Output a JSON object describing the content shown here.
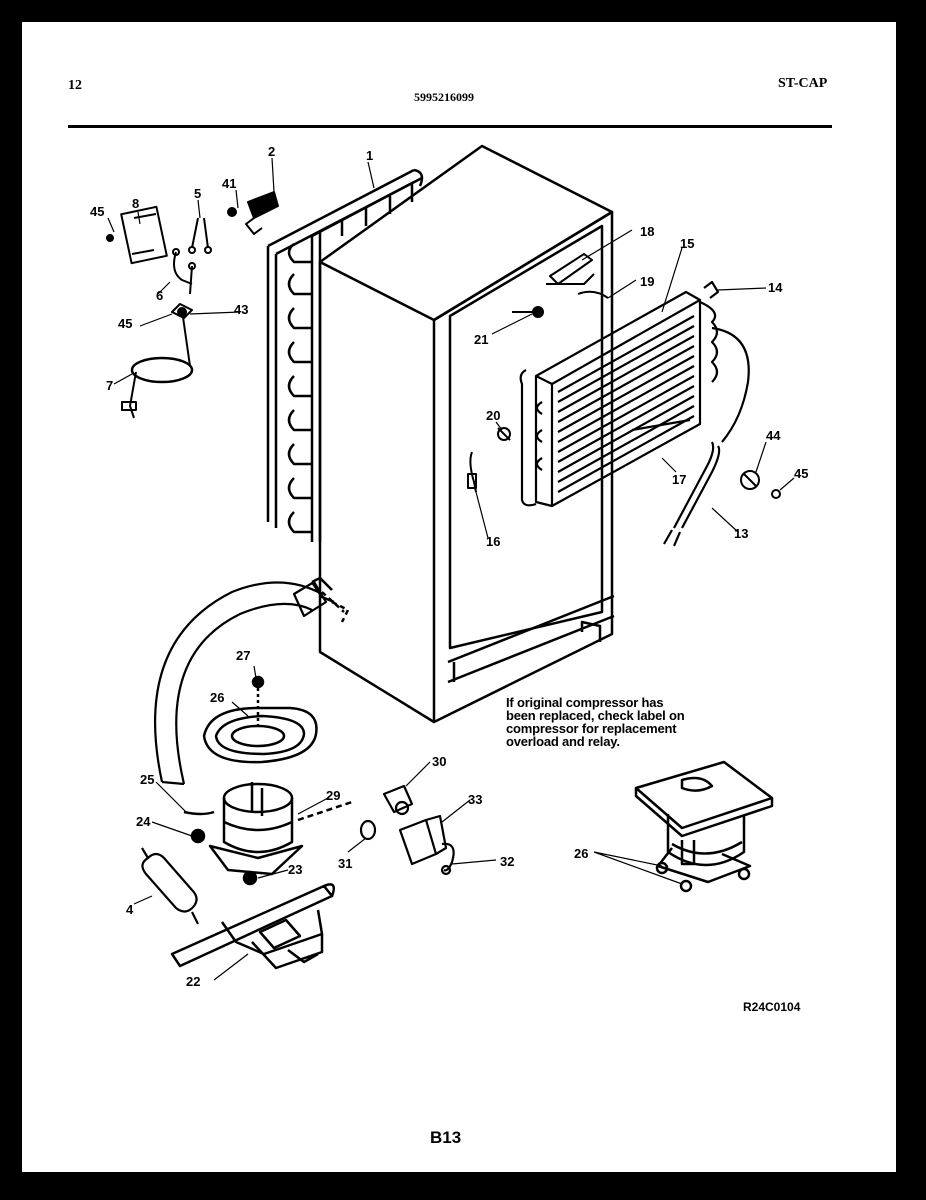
{
  "header": {
    "page_number": "12",
    "document_number": "5995216099",
    "model": "ST-CAP"
  },
  "callouts": [
    {
      "id": "c1",
      "text": "1"
    },
    {
      "id": "c2",
      "text": "2"
    },
    {
      "id": "c41",
      "text": "41"
    },
    {
      "id": "c5",
      "text": "5"
    },
    {
      "id": "c45a",
      "text": "45"
    },
    {
      "id": "c8",
      "text": "8"
    },
    {
      "id": "c6",
      "text": "6"
    },
    {
      "id": "c45b",
      "text": "45"
    },
    {
      "id": "c43",
      "text": "43"
    },
    {
      "id": "c7",
      "text": "7"
    },
    {
      "id": "c18",
      "text": "18"
    },
    {
      "id": "c15",
      "text": "15"
    },
    {
      "id": "c19",
      "text": "19"
    },
    {
      "id": "c14",
      "text": "14"
    },
    {
      "id": "c21",
      "text": "21"
    },
    {
      "id": "c20",
      "text": "20"
    },
    {
      "id": "c44",
      "text": "44"
    },
    {
      "id": "c45c",
      "text": "45"
    },
    {
      "id": "c17",
      "text": "17"
    },
    {
      "id": "c16",
      "text": "16"
    },
    {
      "id": "c13",
      "text": "13"
    },
    {
      "id": "c27",
      "text": "27"
    },
    {
      "id": "c26a",
      "text": "26"
    },
    {
      "id": "c30",
      "text": "30"
    },
    {
      "id": "c25",
      "text": "25"
    },
    {
      "id": "c29",
      "text": "29"
    },
    {
      "id": "c33",
      "text": "33"
    },
    {
      "id": "c24",
      "text": "24"
    },
    {
      "id": "c31",
      "text": "31"
    },
    {
      "id": "c32",
      "text": "32"
    },
    {
      "id": "c23",
      "text": "23"
    },
    {
      "id": "c4",
      "text": "4"
    },
    {
      "id": "c22",
      "text": "22"
    },
    {
      "id": "c26b",
      "text": "26"
    }
  ],
  "note_lines": [
    "If original compressor has",
    "been replaced, check label on",
    "compressor for replacement",
    "overload and relay."
  ],
  "drawing_code": "R24C0104",
  "footer_page": "B13"
}
